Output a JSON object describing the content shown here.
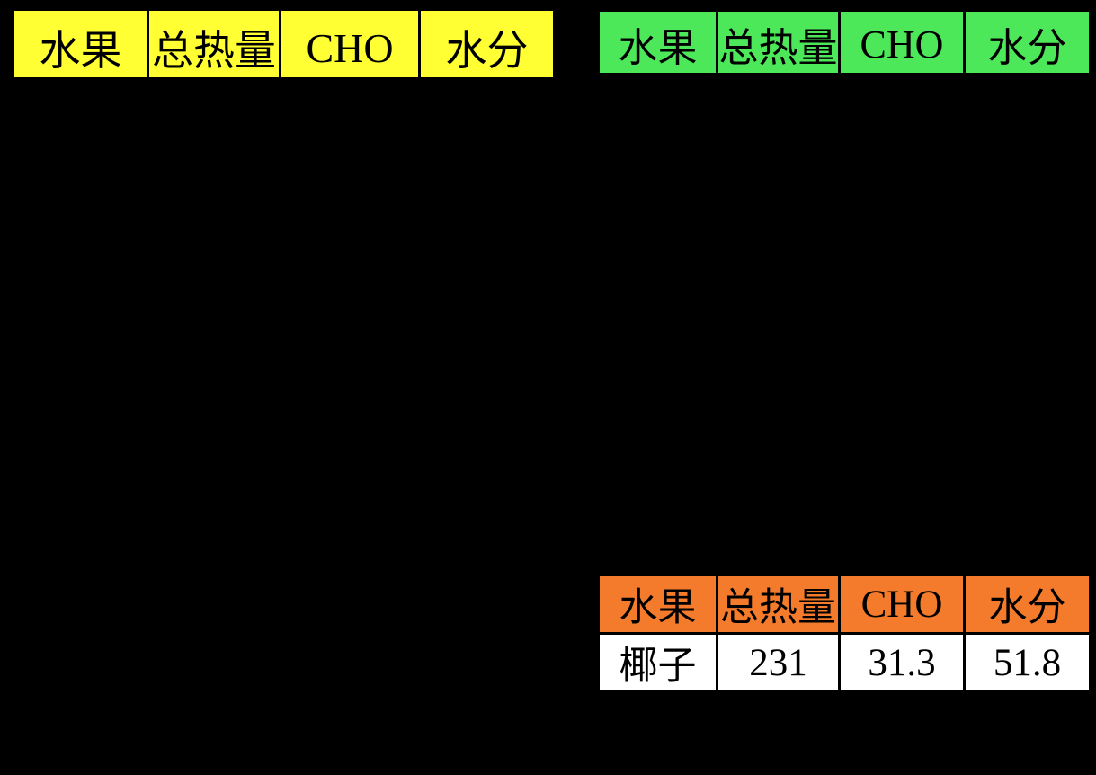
{
  "page": {
    "background_color": "#000000",
    "text_color": "#000000"
  },
  "columns": {
    "fruit": "水果",
    "calories": "总热量",
    "cho": "CHO",
    "water": "水分"
  },
  "tables": {
    "yellow": {
      "header_bg": "#FFFF33",
      "columns": [
        "水果",
        "总热量",
        "CHO",
        "水分"
      ],
      "rows": []
    },
    "green": {
      "header_bg": "#4DE85A",
      "columns": [
        "水果",
        "总热量",
        "CHO",
        "水分"
      ],
      "rows": []
    },
    "orange": {
      "header_bg": "#F47B2B",
      "row_bg": "#FFFFFF",
      "columns": [
        "水果",
        "总热量",
        "CHO",
        "水分"
      ],
      "rows": [
        {
          "fruit": "椰子",
          "calories": "231",
          "cho": "31.3",
          "water": "51.8"
        }
      ]
    }
  }
}
